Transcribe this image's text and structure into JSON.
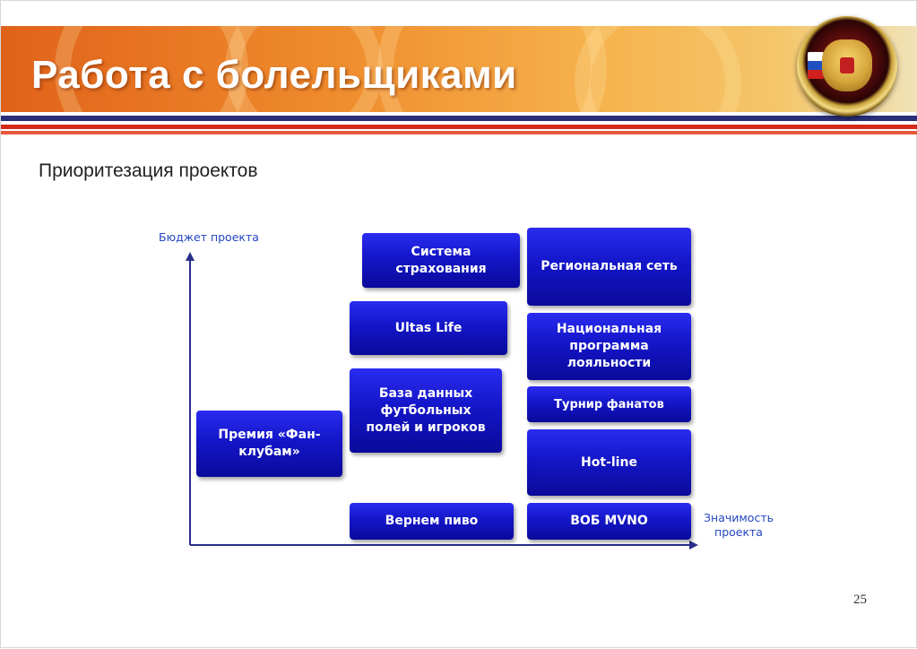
{
  "slide": {
    "title": "Работа с болельщиками",
    "subtitle": "Приоритезация проектов",
    "page_number": "25"
  },
  "colors": {
    "banner_orange": "#e0621a",
    "stripe_blue": "#2a2f7a",
    "stripe_red": "#d42a1c",
    "box_blue": "#1416c8",
    "axis_blue": "#2346c2"
  },
  "diagram": {
    "y_axis_label": "Бюджет проекта",
    "x_axis_label_line1": "Значимость",
    "x_axis_label_line2": "проекта",
    "boxes": {
      "insurance": "Система страхования",
      "regional_network": "Региональная сеть",
      "ultras_life": "Ultas Life",
      "loyalty_program": "Национальная программа лояльности",
      "fan_tournament": "Турнир фанатов",
      "database": "База данных футбольных полей и игроков",
      "fan_club_award": "Премия «Фан-клубам»",
      "hot_line": "Hot-line",
      "return_beer": "Вернем пиво",
      "vob_mvno": "ВОБ MVNO"
    }
  }
}
